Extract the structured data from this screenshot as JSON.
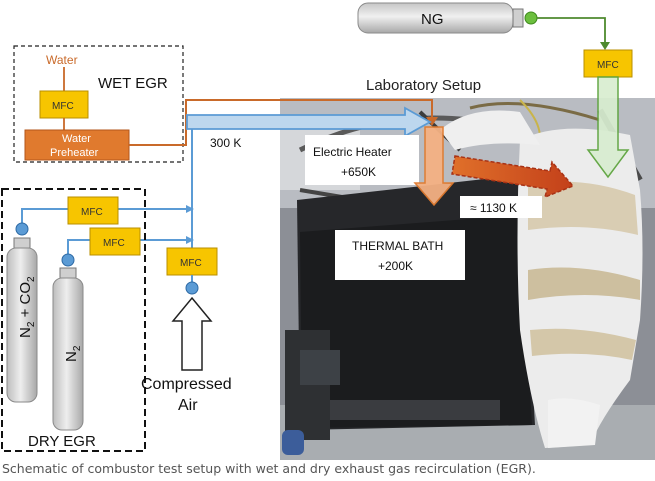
{
  "labels": {
    "ng": "NG",
    "mfc": "MFC",
    "water": "Water",
    "wet_egr": "WET EGR",
    "water_preheater_line1": "Water",
    "water_preheater_line2": "Preheater",
    "laboratory_setup": "Laboratory Setup",
    "temp_300k": "300 K",
    "electric_heater": "Electric Heater",
    "electric_heater_temp": "+650K",
    "temp_1130k": "≈ 1130 K",
    "thermal_bath": "THERMAL BATH",
    "thermal_bath_temp": "+200K",
    "compressed_line1": "Compressed",
    "compressed_line2": "Air",
    "dry_egr": "DRY EGR",
    "n2_co2_n": "N",
    "n2_co2_sub1": "2",
    "n2_co2_plus": " + CO",
    "n2_co2_sub2": "2",
    "n2_n": "N",
    "n2_sub": "2"
  },
  "caption": "Schematic of combustor test setup with wet and dry exhaust gas recirculation (EGR).",
  "colors": {
    "mfc_fill": "#f7c500",
    "preheater_fill": "#e07a2e",
    "water_line": "#c96a2a",
    "blue_line": "#5b9bd5",
    "green_line": "#4e8a2e",
    "cylinder_fill": "#d9d9d9"
  }
}
